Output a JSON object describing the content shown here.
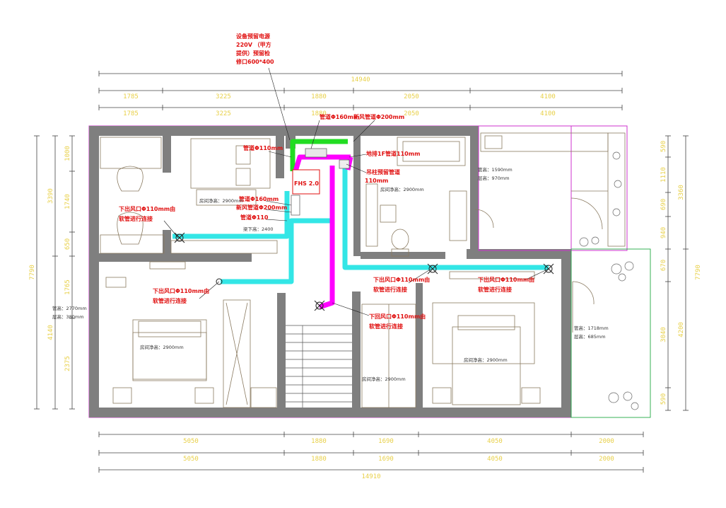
{
  "dims": {
    "top_total": "14940",
    "top_row1": [
      "1785",
      "3225",
      "1880",
      "2050",
      "4100"
    ],
    "top_row2": [
      "1785",
      "3225",
      "1880",
      "2050",
      "4100"
    ],
    "bottom_row1": [
      "5050",
      "1880",
      "1690",
      "4050",
      "2000"
    ],
    "bottom_row2": [
      "5050",
      "1880",
      "1690",
      "4050",
      "2000"
    ],
    "bottom_total": "14910",
    "left_outer": "7790",
    "left_upper": "3390",
    "left_lower": "4140",
    "left_segs": [
      "1000",
      "1740",
      "650",
      "1765",
      "2375"
    ],
    "right_outer": "7790",
    "right_upper": "3360",
    "right_lower": "4200",
    "right_segs": [
      "590",
      "1110",
      "690",
      "940",
      "670",
      "3040",
      "590"
    ]
  },
  "labels": {
    "device_note": [
      "设备预留电源",
      "220V （甲方",
      "提供）预留检",
      "修口600*400"
    ],
    "duct_160": "管道Φ160mm",
    "duct_200_top": "新风管道Φ200mm",
    "duct_110_a": "管道Φ110mm",
    "buried_110": "地排1F管道110mm",
    "ceiling_duct": "吊柱预留管道",
    "ceiling_duct_size": "110mm",
    "duct_160_b": "管道Φ160mm",
    "duct_200_b": "新风管道Φ200mm",
    "duct_110_b": "管道Φ110",
    "unit_label": "FHS 2.0",
    "vent_left": [
      "下出风口Φ110mm由",
      "软管进行连接"
    ],
    "vent_bed_left": [
      "下出风口Φ110mm由",
      "软管进行连接"
    ],
    "vent_mid": [
      "下出风口Φ110mm由",
      "软管进行连接"
    ],
    "vent_right": [
      "下出风口Φ110mm由",
      "软管进行连接"
    ],
    "return_mid": [
      "下回风口Φ110mm由",
      "软管进行连接"
    ]
  },
  "notes": {
    "ceiling_2900_a": "房间净高：2900mm",
    "ceiling_2900_b": "房间净高：2900mm",
    "ceiling_2900_c": "房间净高：2900mm",
    "ceiling_2900_d": "房间净高：2900mm",
    "ceiling_2900_e": "房间净高：2900mm",
    "room_tr_1": "管高：1590mm",
    "room_tr_2": "层高：970mm",
    "room_left_1": "管高：2770mm",
    "room_left_2": "层高：380mm",
    "room_right_1": "管高：1718mm",
    "room_right_2": "层高：685mm",
    "beam_note": "梁下高：2400"
  },
  "colors": {
    "wall": "#7f7f7f",
    "border": "#cc33cc",
    "duct_cyan": "#33e6e6",
    "duct_green": "#22dd22",
    "duct_magenta": "#ff00ff",
    "text_red": "#e01010",
    "dim_yellow": "#e8d048"
  }
}
